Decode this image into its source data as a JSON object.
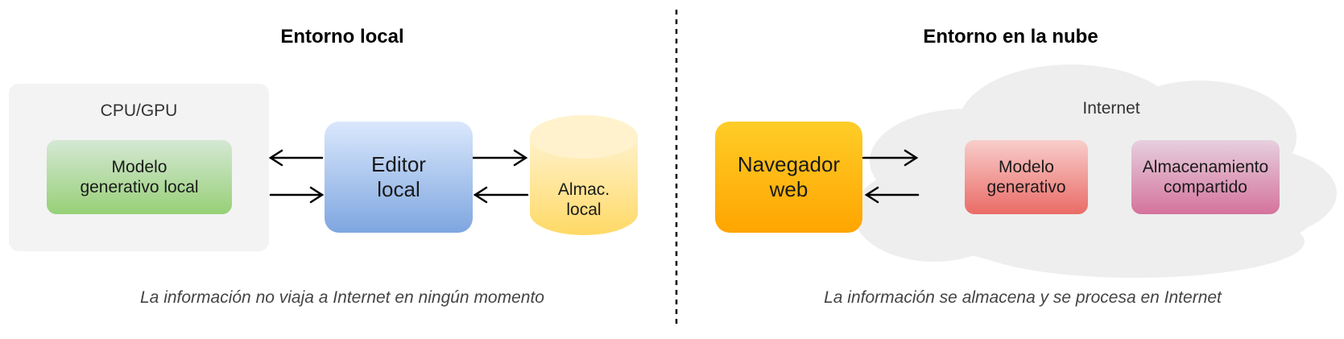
{
  "local": {
    "title": "Entorno local",
    "panel_label": "CPU/GPU",
    "model_label": "Modelo\ngenerativo local",
    "editor_label": "Editor\nlocal",
    "storage_label": "Almac.\nlocal",
    "caption": "La información no viaja a Internet en ningún momento"
  },
  "cloud": {
    "title": "Entorno en la nube",
    "browser_label": "Navegador\nweb",
    "internet_label": "Internet",
    "model_label": "Modelo\ngenerativo",
    "storage_label": "Almacenamiento\ncompartido",
    "caption": "La información se almacena y se procesa en Internet"
  },
  "colors": {
    "panel": "#f3f3f3",
    "cloud": "#eeeeee",
    "green": "#97d077",
    "blue": "#7ea6e0",
    "yellow": "#ffe599",
    "orange": "#ffa500",
    "red": "#ea6b66",
    "purple": "#d5739d"
  }
}
